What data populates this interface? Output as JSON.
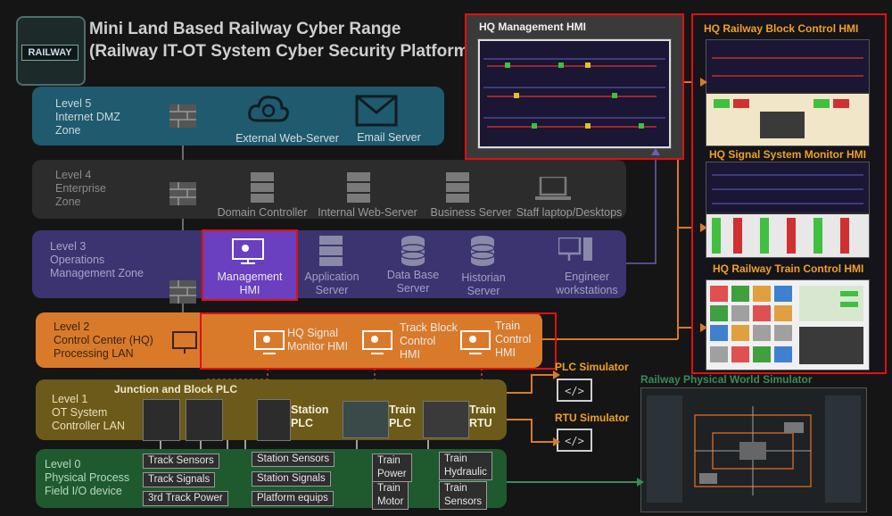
{
  "title": {
    "line1": "Mini Land Based Railway Cyber Range",
    "line2": "(Railway IT-OT System Cyber Security Platform)"
  },
  "logo": {
    "text": "RAILWAY"
  },
  "levels": {
    "l5": "Level 5\nInternet DMZ\nZone",
    "l4": "Level 4\nEnterprise\nZone",
    "l3": "Level 3\nOperations\nManagement Zone",
    "l2": "Level 2\nControl Center (HQ)\nProcessing LAN",
    "l1": "Level 1\nOT System\nController LAN",
    "l0": "Level 0\nPhysical Process\nField I/O device"
  },
  "l5": {
    "web": "External Web-Server",
    "mail": "Email Server"
  },
  "l4": {
    "dc": "Domain Controller",
    "iweb": "Internal Web-Server",
    "biz": "Business Server",
    "staff": "Staff laptop/Desktops"
  },
  "l3": {
    "mgmt": "Management\nHMI",
    "app": "Application\nServer",
    "db": "Data Base\nServer",
    "hist": "Historian\nServer",
    "eng": "Engineer\nworkstations"
  },
  "l2": {
    "sig": "HQ Signal\nMonitor HMI",
    "track": "Track Block\nControl\nHMI",
    "train": "Train\nControl\nHMI"
  },
  "l1": {
    "jb": "Junction and Block  PLC",
    "station": "Station\nPLC",
    "trainplc": "Train\nPLC",
    "rtu": "Train\nRTU"
  },
  "l0": {
    "track_sensors": "Track Sensors",
    "track_signals": "Track Signals",
    "track_power": "3rd Track Power",
    "station_sensors": "Station Sensors",
    "station_signals": "Station Signals",
    "platform": "Platform equips",
    "train_power": "Train\nPower",
    "train_motor": "Train\nMotor",
    "train_hyd": "Train\nHydraulic",
    "train_sensors": "Train\nSensors"
  },
  "simulators": {
    "plc": "PLC Simulator",
    "rtu": "RTU Simulator",
    "world": "Railway Physical World Simulator"
  },
  "hmi": {
    "hq": "HQ Management HMI",
    "block": "HQ Railway Block Control HMI",
    "signal": "HQ Signal System Monitor HMI",
    "train": "HQ Railway Train Control HMI"
  },
  "colors": {
    "accent_red": "#e01010",
    "hmi_title": "#f0a020",
    "l2_band": "#d97a2a",
    "l3_band": "#3b3470",
    "l5_band": "#1f5a6e"
  }
}
